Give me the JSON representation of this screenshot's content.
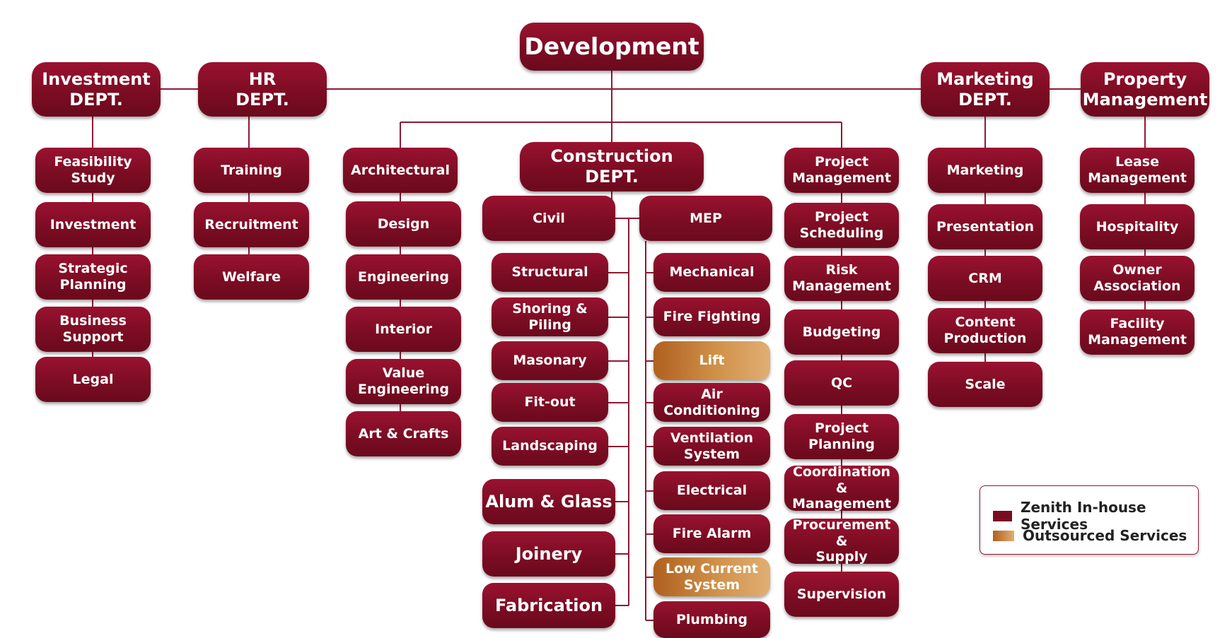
{
  "diagram": {
    "root": "Development",
    "departments": {
      "investment": {
        "title": "Investment\nDEPT.",
        "items": [
          "Feasibility\nStudy",
          "Investment",
          "Strategic\nPlanning",
          "Business\nSupport",
          "Legal"
        ]
      },
      "hr": {
        "title": "HR\nDEPT.",
        "items": [
          "Training",
          "Recruitment",
          "Welfare"
        ]
      },
      "architectural": {
        "title": "Architectural",
        "items": [
          "Design",
          "Engineering",
          "Interior",
          "Value\nEngineering",
          "Art & Crafts"
        ]
      },
      "construction": {
        "title": "Construction\nDEPT.",
        "civil": {
          "title": "Civil",
          "items": [
            "Structural",
            "Shoring & Piling",
            "Masonary",
            "Fit-out",
            "Landscaping"
          ],
          "large_items": [
            "Alum & Glass",
            "Joinery",
            "Fabrication"
          ]
        },
        "mep": {
          "title": "MEP",
          "items": [
            "Mechanical",
            "Fire Fighting",
            "Lift",
            "Air Conditioning",
            "Ventilation\nSystem",
            "Electrical",
            "Fire Alarm",
            "Low Current\nSystem",
            "Plumbing"
          ]
        }
      },
      "project_management": {
        "title": "Project\nManagement",
        "items": [
          "Project\nScheduling",
          "Risk\nManagement",
          "Budgeting",
          "QC",
          "Project Planning",
          "Coordination\n& Management",
          "Procurement &\nSupply",
          "Supervision"
        ]
      },
      "marketing": {
        "title": "Marketing\nDEPT.",
        "items": [
          "Marketing",
          "Presentation",
          "CRM",
          "Content\nProduction",
          "Scale"
        ]
      },
      "property": {
        "title": "Property\nManagement",
        "items": [
          "Lease\nManagement",
          "Hospitality",
          "Owner\nAssociation",
          "Facility\nManagement"
        ]
      }
    },
    "outsourced_items": [
      "Lift",
      "Low Current\nSystem"
    ]
  },
  "legend": {
    "inhouse": "Zenith In-house Services",
    "outsourced": "Outsourced Services"
  },
  "colors": {
    "inhouse": "#7a0c22",
    "outsourced": "#c47a34",
    "connector": "#8f1a33"
  }
}
